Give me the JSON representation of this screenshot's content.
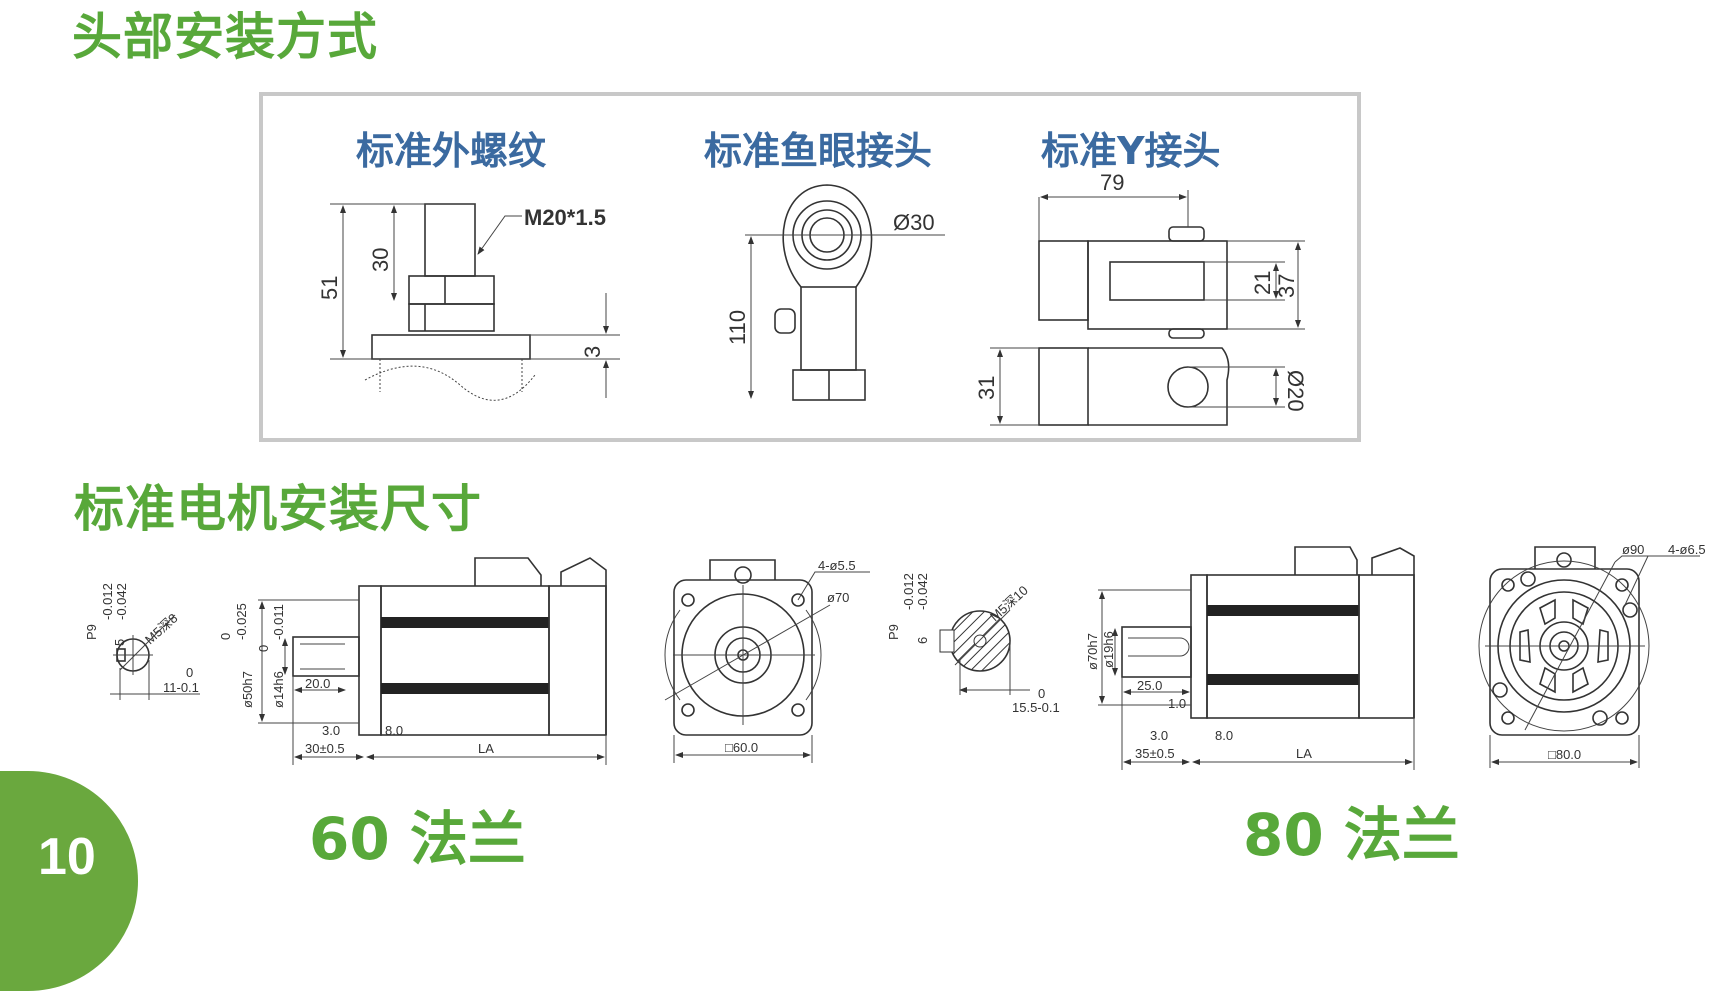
{
  "headings": {
    "mounting": "头部安装方式",
    "motor_dims": "标准电机安装尺寸"
  },
  "page_number": "10",
  "head_mounting": {
    "external_thread": {
      "title": "标准外螺纹",
      "thread": "M20*1.5",
      "dim_total": "51",
      "dim_thread": "30",
      "dim_base": "3"
    },
    "rod_eye": {
      "title": "标准鱼眼接头",
      "dim_bore": "Ø30",
      "dim_length": "110"
    },
    "clevis": {
      "title": "标准Y接头",
      "dim_length": "79",
      "dim_slot": "21",
      "dim_width": "37",
      "dim_thickness": "31",
      "dim_pin": "Ø20"
    }
  },
  "motor_60": {
    "label": "60 法兰",
    "shaft_end": {
      "key": "P9",
      "key_tol_upper": "-0.012",
      "key_tol_lower": "-0.042",
      "key_width": "5",
      "thread": "M5深8",
      "height": "11-0.1",
      "height_tol": "0"
    },
    "side": {
      "spigot": "ø50h7",
      "spigot_tol_upper": "0",
      "spigot_tol_lower": "-0.025",
      "shaft": "ø14h6",
      "shaft_tol_upper": "0",
      "shaft_tol_lower": "-0.011",
      "key_length": "20.0",
      "dim_a": "3.0",
      "dim_b": "8.0",
      "shaft_length": "30±0.5",
      "length": "LA"
    },
    "front": {
      "holes": "4-ø5.5",
      "pcd": "ø70",
      "square": "□60.0"
    }
  },
  "motor_80": {
    "label": "80 法兰",
    "shaft_end": {
      "key": "P9",
      "key_tol_upper": "-0.012",
      "key_tol_lower": "-0.042",
      "key_width": "6",
      "thread": "M5深10",
      "height": "15.5-0.1",
      "height_tol": "0"
    },
    "side": {
      "spigot": "ø70h7",
      "shaft": "ø19h6",
      "key_length": "25.0",
      "dim_c": "1.0",
      "dim_a": "3.0",
      "dim_b": "8.0",
      "shaft_length": "35±0.5",
      "length": "LA"
    },
    "front": {
      "pcd": "ø90",
      "holes": "4-ø6.5",
      "square": "□80.0"
    }
  }
}
